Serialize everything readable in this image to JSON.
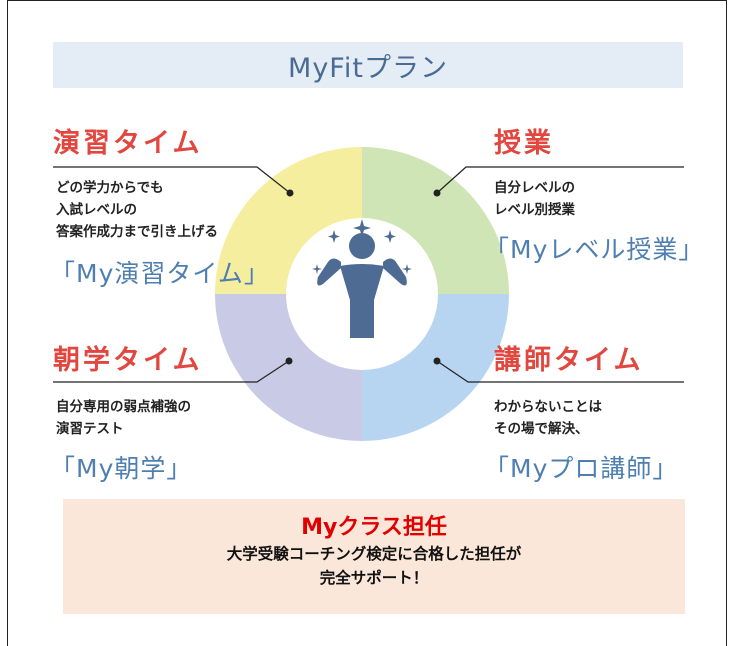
{
  "plan_title": "MyFitプラン",
  "sections": {
    "enshu": {
      "title": "演習タイム",
      "desc": [
        "どの学力からでも",
        "入試レベルの",
        "答案作成力まで引き上げる"
      ],
      "brand": "「My演習タイム」",
      "color": "#f5ee9f"
    },
    "jugyo": {
      "title": "授業",
      "desc": [
        "自分レベルの",
        "レベル別授業"
      ],
      "brand": "「Myレベル授業」",
      "color": "#cfe5b5"
    },
    "asagaku": {
      "title": "朝学タイム",
      "desc": [
        "自分専用の弱点補強の",
        "演習テスト"
      ],
      "brand": "「My朝学」",
      "color": "#c9cbe6"
    },
    "koshi": {
      "title": "講師タイム",
      "desc": [
        "わからないことは",
        "その場で解決、"
      ],
      "brand": "「Myプロ講師」",
      "color": "#b7d5f0"
    }
  },
  "homeroom": {
    "title": "Myクラス担任",
    "lines": [
      "大学受験コーチング検定に合格した担任が",
      "完全サポート！"
    ]
  },
  "colors": {
    "accent_red": "#e2473f",
    "brand_blue": "#4f7fb0",
    "figure": "#4d6b93",
    "title_band": "#e4edf6",
    "homeroom_bg": "#fbe7da"
  },
  "icons": [
    "person-cheering-icon",
    "sparkle-icon"
  ]
}
